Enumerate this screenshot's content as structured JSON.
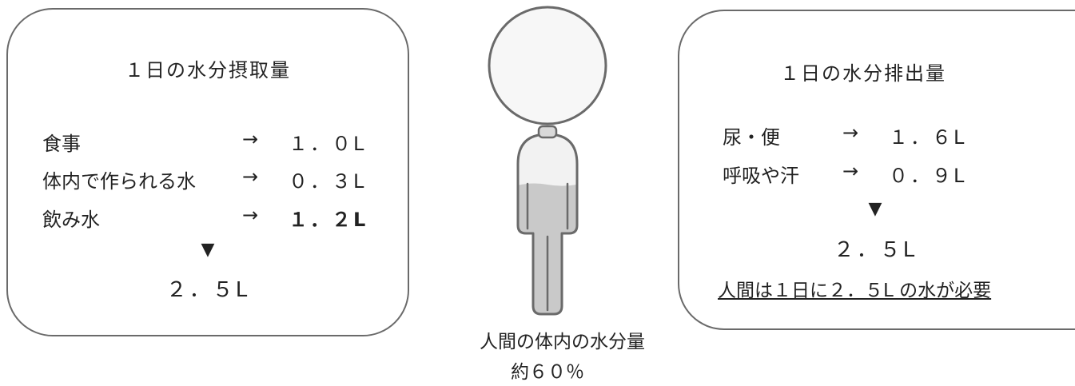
{
  "intake": {
    "title": "１日の水分摂取量",
    "rows": [
      {
        "label": "食事",
        "arrow": "→",
        "value": "１．０L"
      },
      {
        "label": "体内で作られる水",
        "arrow": "→",
        "value": "０．３L"
      },
      {
        "label": "飲み水",
        "arrow": "→",
        "value": "１．２L"
      }
    ],
    "marker": "▼",
    "total": "２．５L"
  },
  "output": {
    "title": "１日の水分排出量",
    "rows": [
      {
        "label": "尿・便",
        "arrow": "→",
        "value": "１．６L"
      },
      {
        "label": "呼吸や汗",
        "arrow": "→",
        "value": "０．９L"
      }
    ],
    "marker": "▼",
    "total": "２．５L",
    "note": "人間は１日に２．５L の水が必要"
  },
  "figure": {
    "icon": "human-body-icon",
    "water_fill_fraction": 0.6,
    "caption_line1": "人間の体内の水分量",
    "caption_line2": "約６０％"
  },
  "colors": {
    "outline": "#6a6a6a",
    "body_fill": "#f2f2f2",
    "water_fill": "#c9c9c9"
  }
}
